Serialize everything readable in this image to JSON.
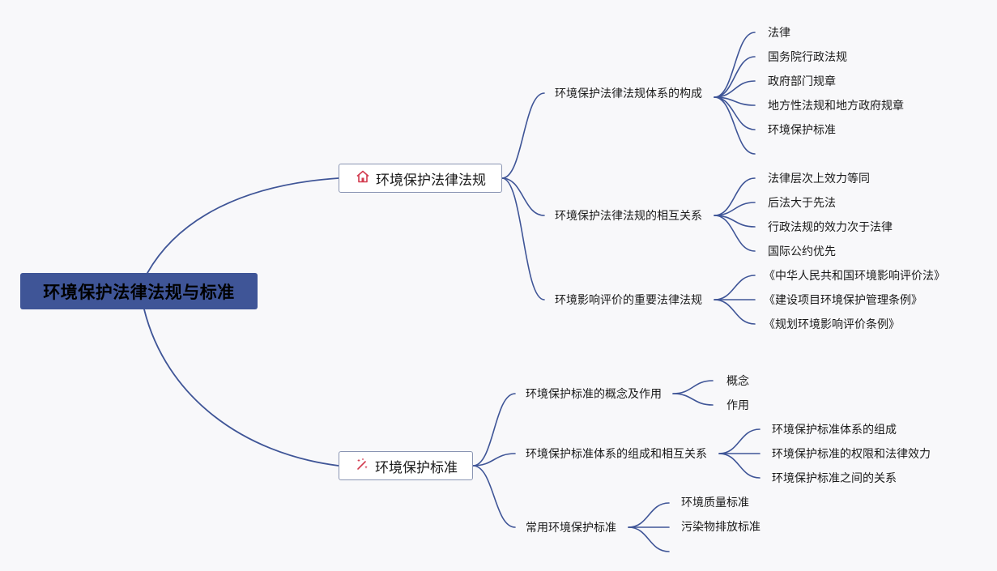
{
  "root": {
    "label": "环境保护法律法规与标准"
  },
  "branches": [
    {
      "label": "环境保护法律法规",
      "icon": "house-icon",
      "icon_color": "#d23a4e",
      "children": [
        {
          "label": "环境保护法律法规体系的构成",
          "children": [
            "法律",
            "国务院行政法规",
            "政府部门规章",
            "地方性法规和地方政府规章",
            "环境保护标准",
            ""
          ]
        },
        {
          "label": "环境保护法律法规的相互关系",
          "children": [
            "法律层次上效力等同",
            "后法大于先法",
            "行政法规的效力次于法律",
            "国际公约优先"
          ]
        },
        {
          "label": "环境影响评价的重要法律法规",
          "children": [
            "《中华人民共和国环境影响评价法》",
            "《建设项目环境保护管理条例》",
            "《规划环境影响评价条例》"
          ]
        }
      ]
    },
    {
      "label": "环境保护标准",
      "icon": "magic-wand-icon",
      "icon_color": "#d23a4e",
      "children": [
        {
          "label": "环境保护标准的概念及作用",
          "children": [
            "概念",
            "作用"
          ]
        },
        {
          "label": "环境保护标准体系的组成和相互关系",
          "children": [
            "环境保护标准体系的组成",
            "环境保护标准的权限和法律效力",
            "环境保护标准之间的关系"
          ]
        },
        {
          "label": "常用环境保护标准",
          "children": [
            "环境质量标准",
            "污染物排放标准",
            ""
          ]
        }
      ]
    }
  ],
  "colors": {
    "line": "#3f5597",
    "root_fill": "#3f5597",
    "node_border": "#8a95b3"
  }
}
